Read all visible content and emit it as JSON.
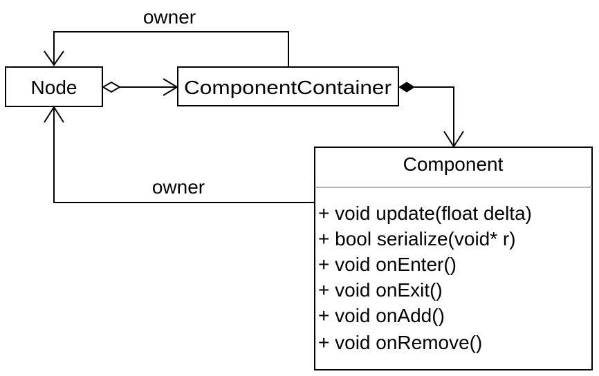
{
  "classes": {
    "node": {
      "name": "Node"
    },
    "container": {
      "name": "ComponentContainer"
    },
    "component": {
      "name": "Component",
      "methods": [
        "+ void update(float delta)",
        "+ bool serialize(void* r)",
        "+ void onEnter()",
        "+ void onExit()",
        "+ void onAdd()",
        "+ void onRemove()"
      ]
    }
  },
  "relations": {
    "container_owner": {
      "label": "owner",
      "from": "ComponentContainer",
      "to": "Node",
      "kind": "association"
    },
    "node_container": {
      "from": "Node",
      "to": "ComponentContainer",
      "kind": "aggregation"
    },
    "container_component": {
      "from": "ComponentContainer",
      "to": "Component",
      "kind": "composition"
    },
    "component_owner": {
      "label": "owner",
      "from": "Component",
      "to": "Node",
      "kind": "association"
    }
  }
}
